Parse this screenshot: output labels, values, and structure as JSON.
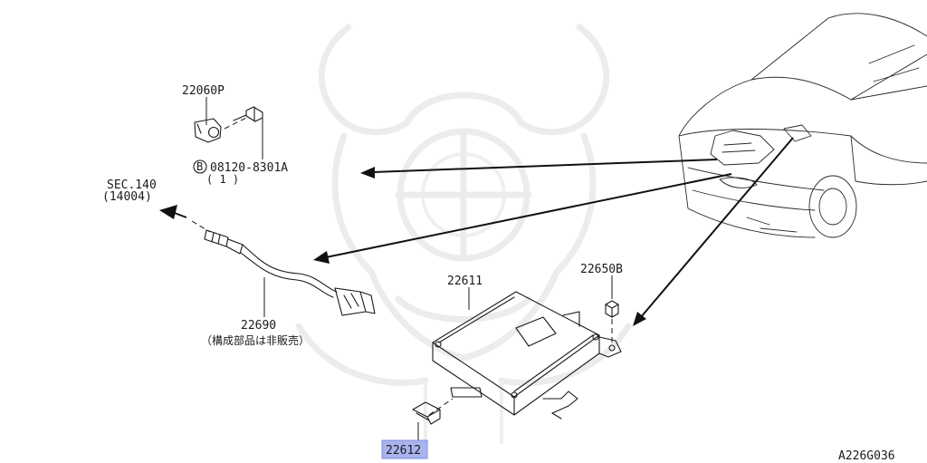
{
  "parts": {
    "knock_sensor": "22060P",
    "bolt": "08120-8301A",
    "bolt_circle_letter": "B",
    "bolt_qty": "( 1 )",
    "section_ref": "SEC.140",
    "section_sub": "(14004)",
    "oxygen_sensor": "22690",
    "oxygen_sensor_note": "（構成部品は非販売）",
    "ecm_unit": "22611",
    "nut": "22650B",
    "bracket": "22612"
  },
  "figure_id": "A226G036",
  "colors": {
    "highlight": "#a9b4ee",
    "line": "#1a1a1a",
    "watermark": "#ececec"
  }
}
